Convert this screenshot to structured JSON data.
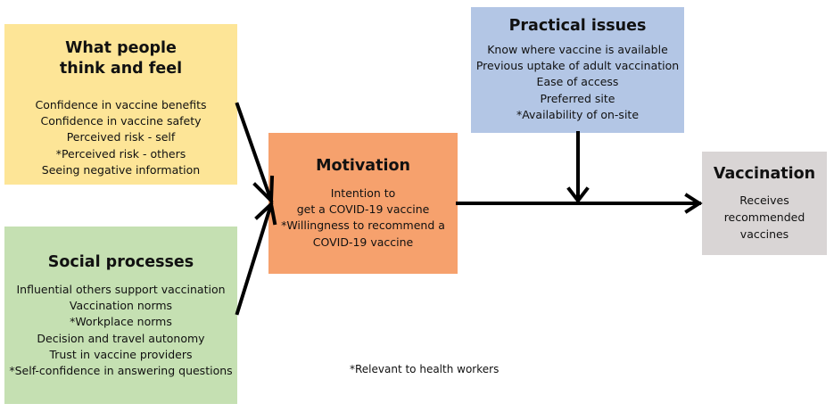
{
  "colors": {
    "think_feel": "#fde597",
    "social": "#c5e0b2",
    "motivation": "#f6a16d",
    "practical": "#b3c6e5",
    "vaccination": "#d9d5d5",
    "arrow": "#000000"
  },
  "boxes": {
    "think_feel": {
      "title_line1": "What people",
      "title_line2": "think and feel",
      "items": [
        "Confidence in vaccine benefits",
        "Confidence in vaccine safety",
        "Perceived risk - self",
        "*Perceived risk - others",
        "Seeing negative information"
      ]
    },
    "social": {
      "title": "Social processes",
      "items": [
        "Influential others support vaccination",
        "Vaccination norms",
        "*Workplace norms",
        "Decision and travel autonomy",
        "Trust in vaccine providers",
        "*Self-confidence in answering questions"
      ]
    },
    "motivation": {
      "title": "Motivation",
      "items": [
        "Intention to",
        "get a COVID-19 vaccine",
        "*Willingness to recommend a",
        "COVID-19 vaccine"
      ]
    },
    "practical": {
      "title": "Practical issues",
      "items": [
        "Know where vaccine is available",
        "Previous uptake of adult vaccination",
        "Ease of access",
        "Preferred site",
        "*Availability of on-site"
      ]
    },
    "vaccination": {
      "title": "Vaccination",
      "items": [
        "Receives",
        "recommended",
        "vaccines"
      ]
    }
  },
  "footnote": "*Relevant to health workers"
}
